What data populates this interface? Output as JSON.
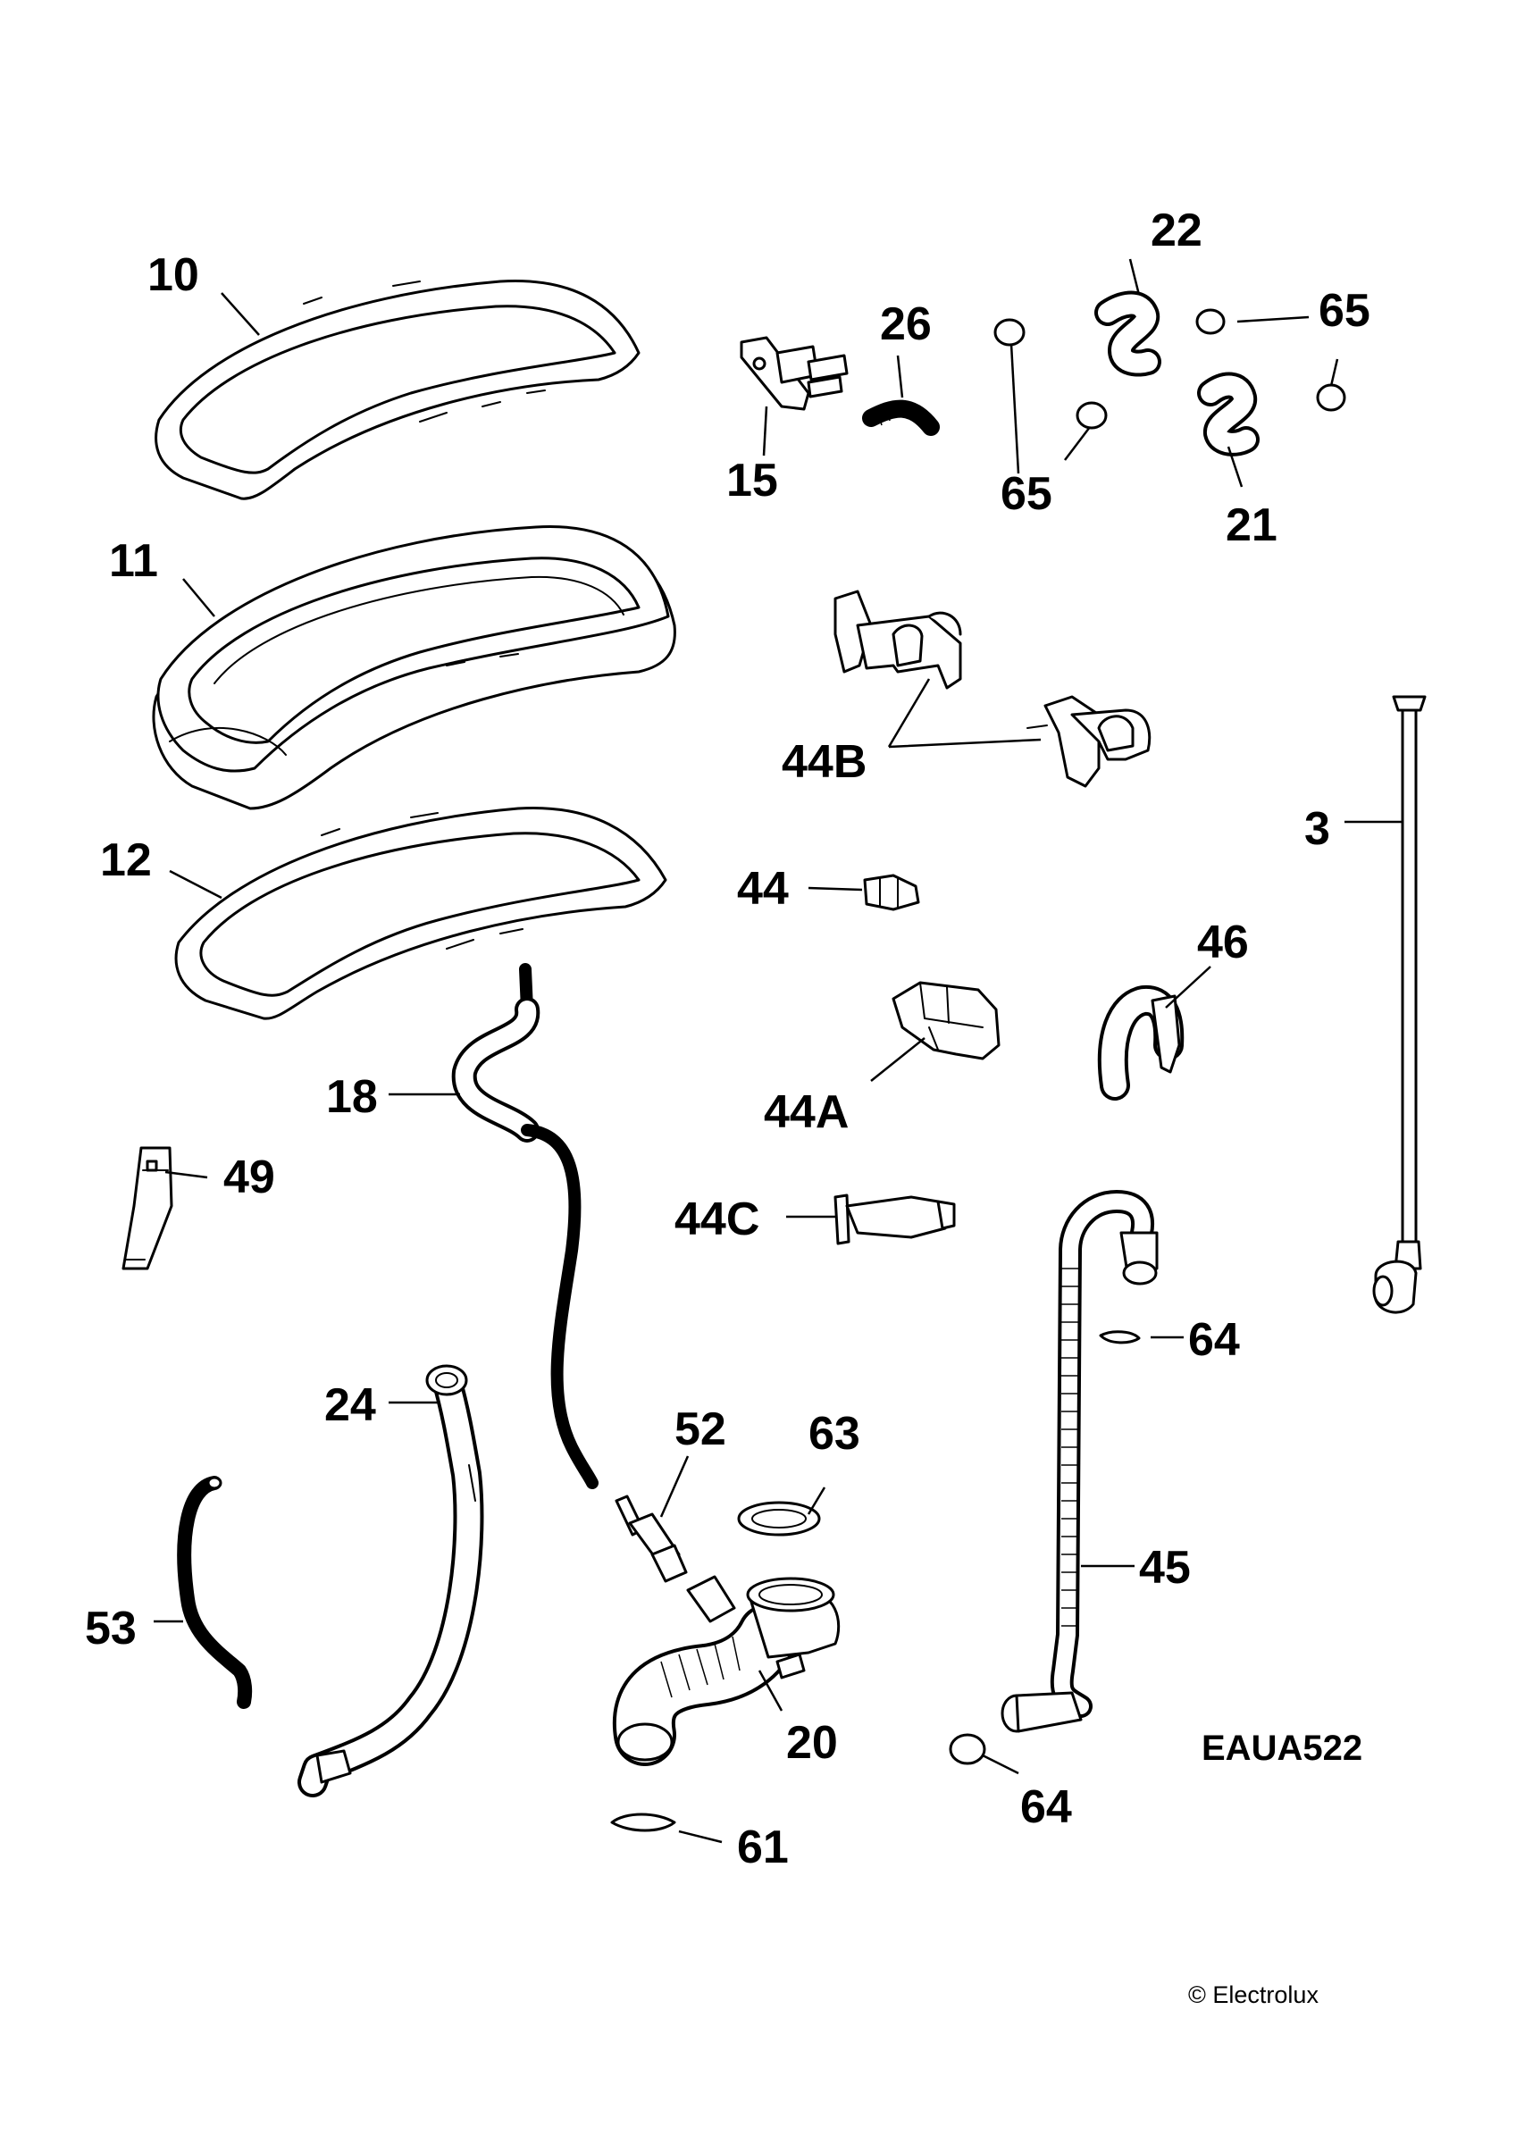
{
  "parts": {
    "p10": "10",
    "p11": "11",
    "p12": "12",
    "p15": "15",
    "p26": "26",
    "p22": "22",
    "p65a": "65",
    "p65b": "65",
    "p21": "21",
    "p44b": "44B",
    "p3": "3",
    "p44": "44",
    "p46": "46",
    "p18": "18",
    "p44a": "44A",
    "p49": "49",
    "p44c": "44C",
    "p64a": "64",
    "p24": "24",
    "p52": "52",
    "p63": "63",
    "p45": "45",
    "p53": "53",
    "p20": "20",
    "p64b": "64",
    "p61": "61"
  },
  "drawing_code": "EAUA522",
  "copyright": "© Electrolux"
}
